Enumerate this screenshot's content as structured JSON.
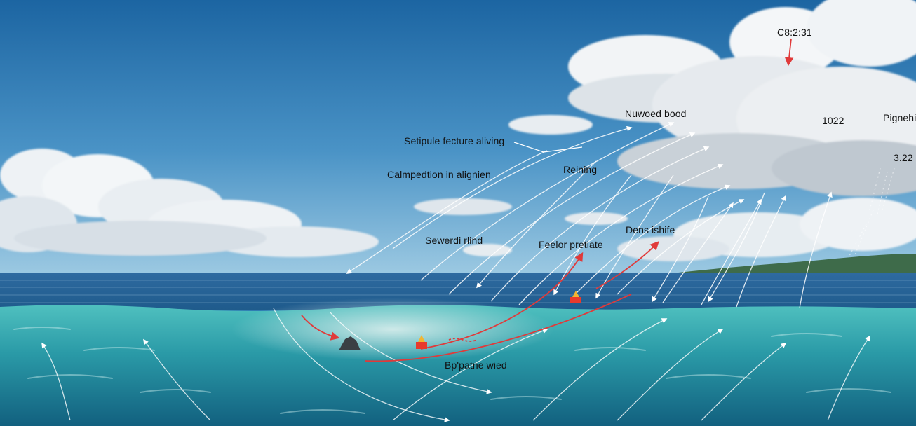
{
  "labels": {
    "top_value": "C8:2:31",
    "cloud_label": "Nuwoed bood",
    "value_1022": "1022",
    "right_label": "Pignehi",
    "value_322": "3.22",
    "feature_label": "Setipule fecture aliving",
    "alignment_label": "Calmpedtion in alignien",
    "reining_label": "Reining",
    "seaward_label": "Sewerdi rlind",
    "feeler_label": "Feelor pretiate",
    "dens_label": "Dens ishife",
    "bottom_label": "Bp'patne wied"
  },
  "colors": {
    "sky_top": "#1f6aa6",
    "sky_bottom": "#8cc1dd",
    "sea_deep": "#1d5d8f",
    "sea_shallow": "#3fb0b3",
    "red_arrow": "#e03a3a",
    "land": "#3e6b4a"
  }
}
